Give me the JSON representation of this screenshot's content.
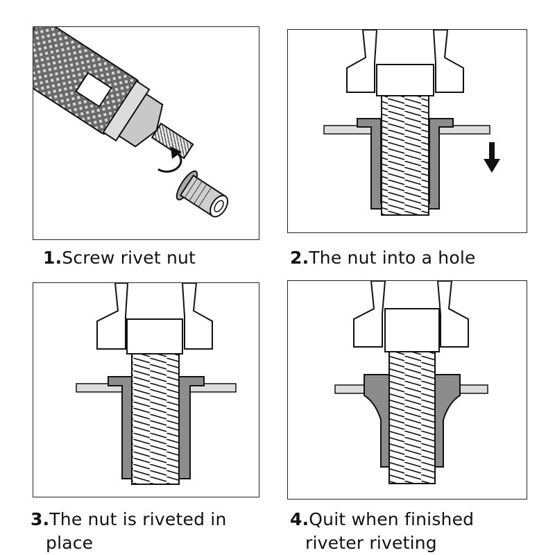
{
  "steps": [
    {
      "number": "1.",
      "text": "Screw rivet nut"
    },
    {
      "number": "2.",
      "text": "The nut into a hole"
    },
    {
      "number": "3.",
      "text": "The nut is riveted in",
      "text2": "place"
    },
    {
      "number": "4.",
      "text": "Quit when finished",
      "text2": "riveter riveting"
    }
  ],
  "colors": {
    "line": "#1a1a1a",
    "gray": "#8c8c8c",
    "light": "#e6e6e6"
  },
  "icons": [
    "knurled-tool-icon",
    "rivet-nut-icon",
    "rotation-arrow-icon",
    "down-arrow-icon"
  ]
}
